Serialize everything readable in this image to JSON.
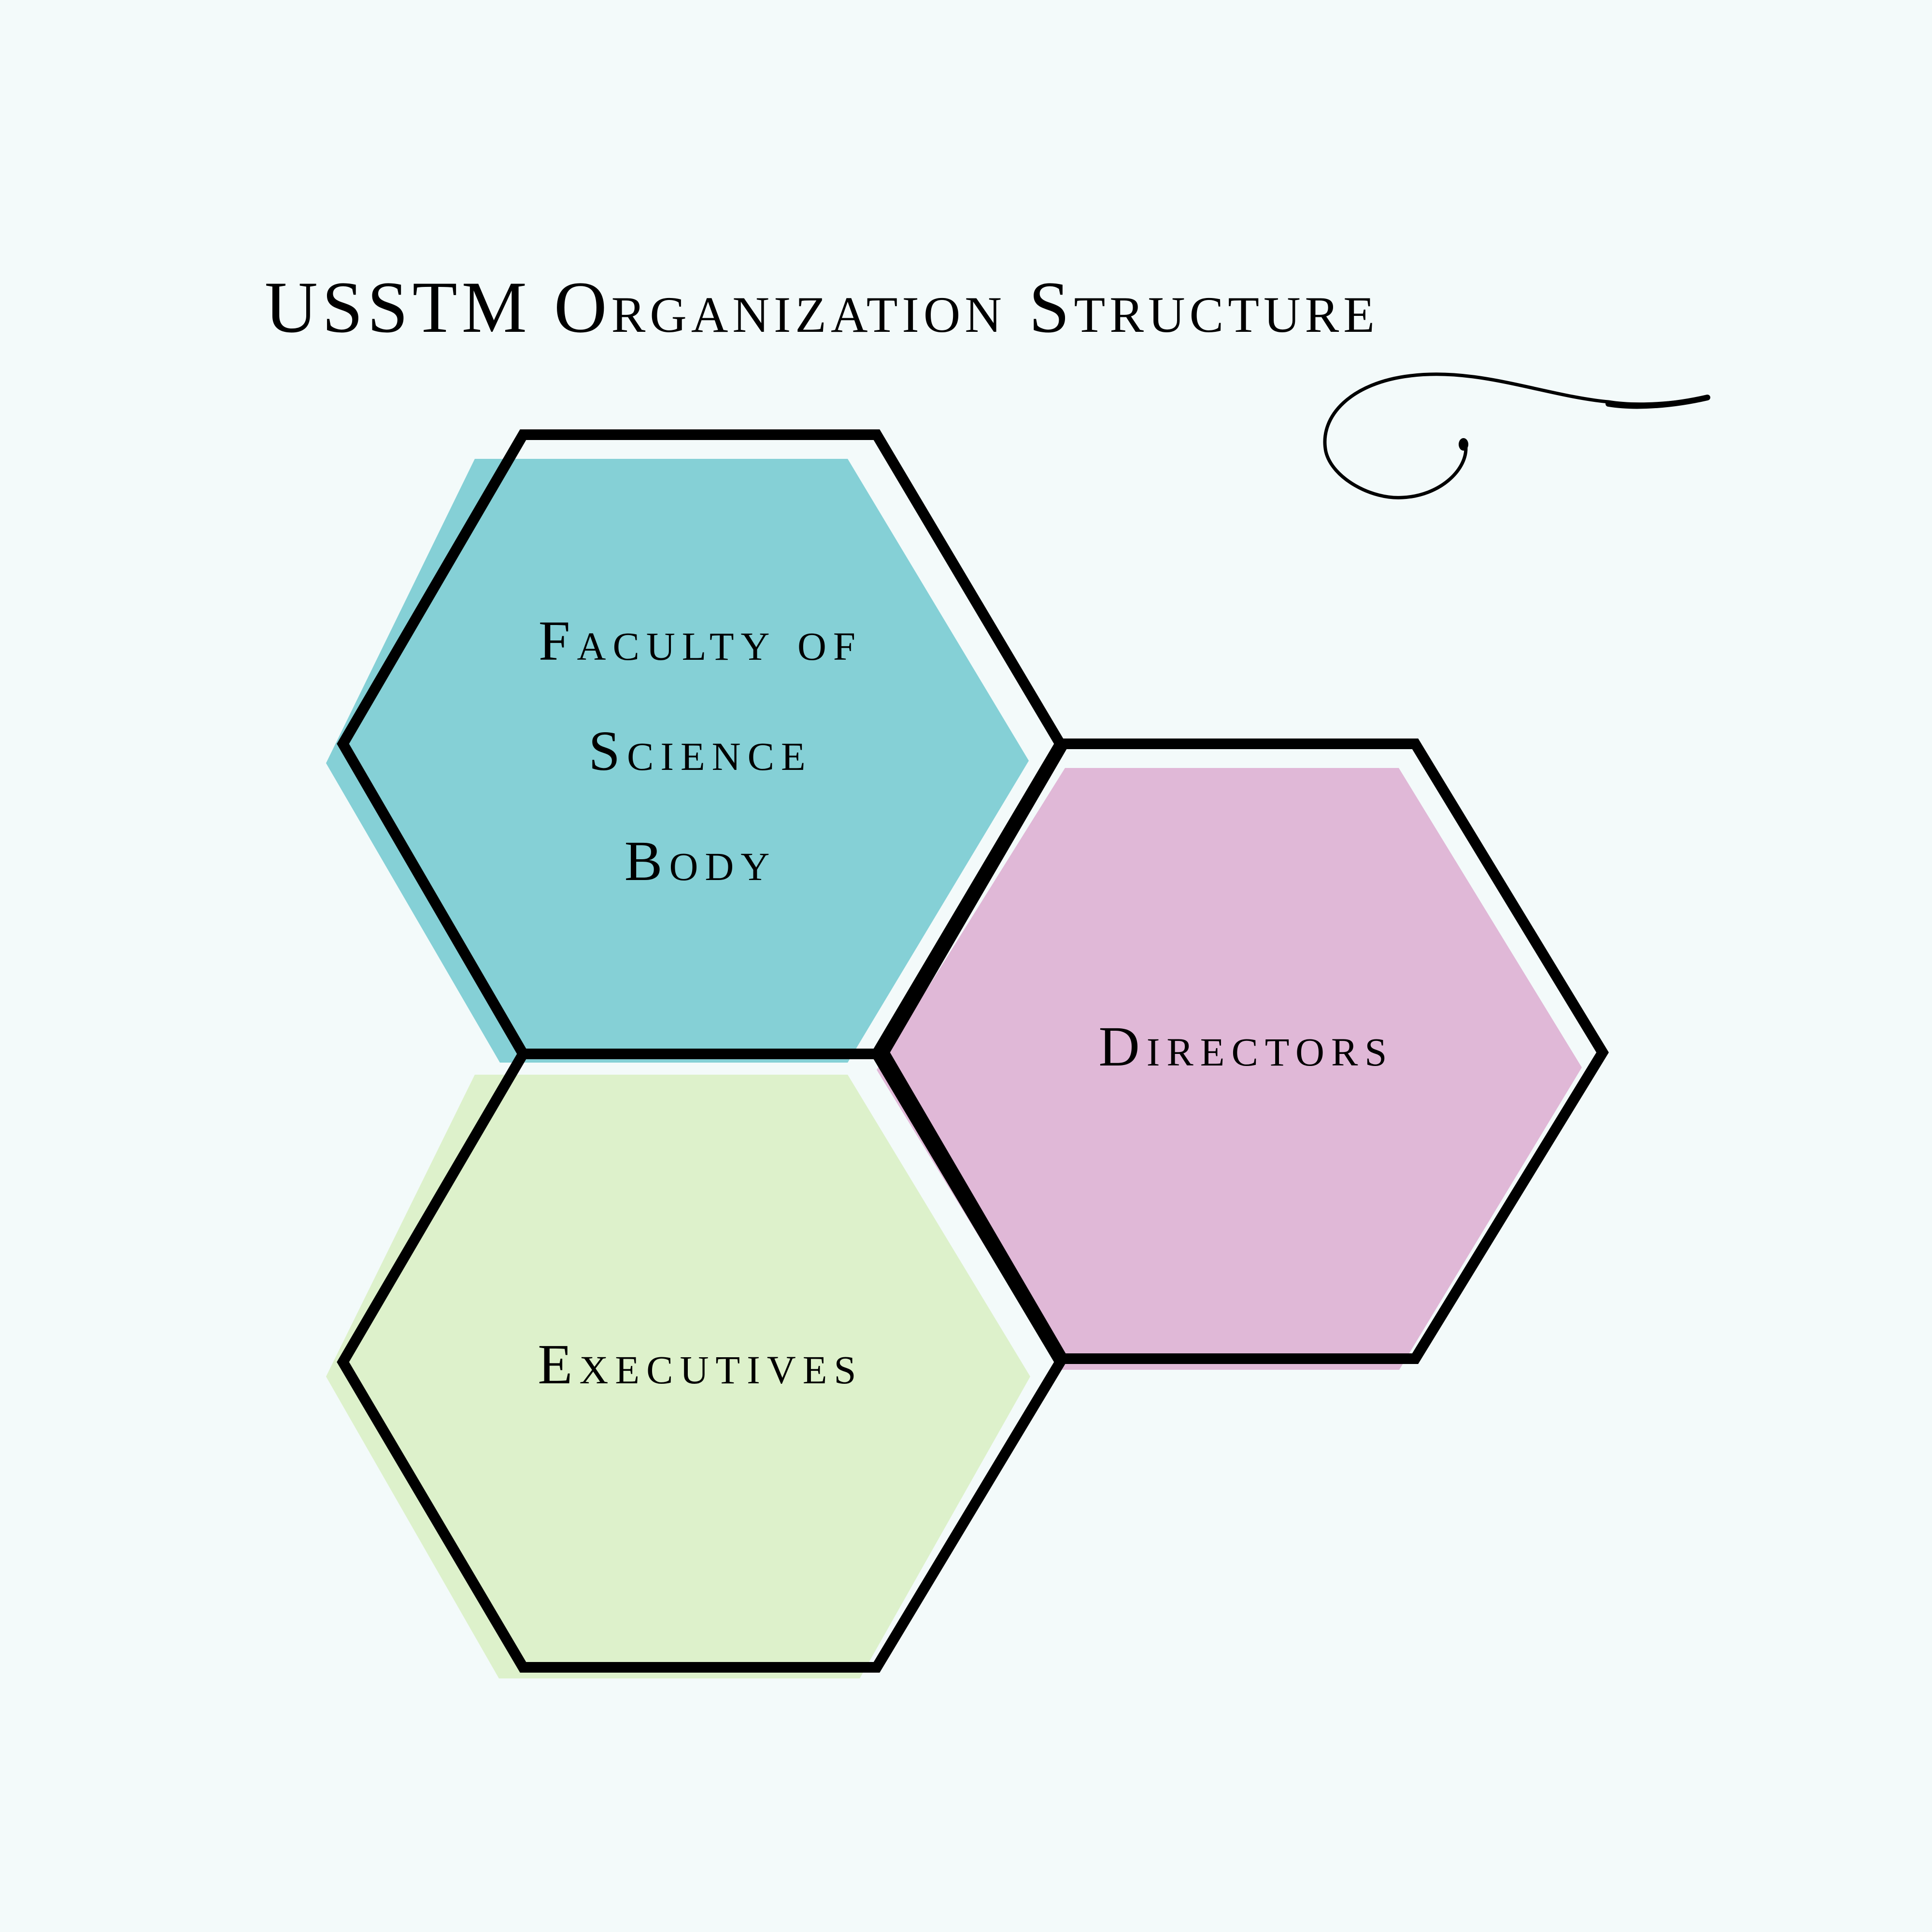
{
  "title": "USSTM Organization Structure",
  "colors": {
    "background": "#f3fafa",
    "outline": "#000000",
    "faculty_fill": "#85d0d6",
    "directors_fill": "#e0b8d7",
    "executives_fill": "#ddf1cb"
  },
  "nodes": [
    {
      "id": "faculty",
      "label_lines": [
        "Faculty of",
        "Science",
        "Body"
      ],
      "color_key": "faculty_fill"
    },
    {
      "id": "directors",
      "label": "Directors",
      "color_key": "directors_fill"
    },
    {
      "id": "executives",
      "label": "Executives",
      "color_key": "executives_fill"
    }
  ],
  "decoration": {
    "icon": "swash-flourish-icon"
  }
}
